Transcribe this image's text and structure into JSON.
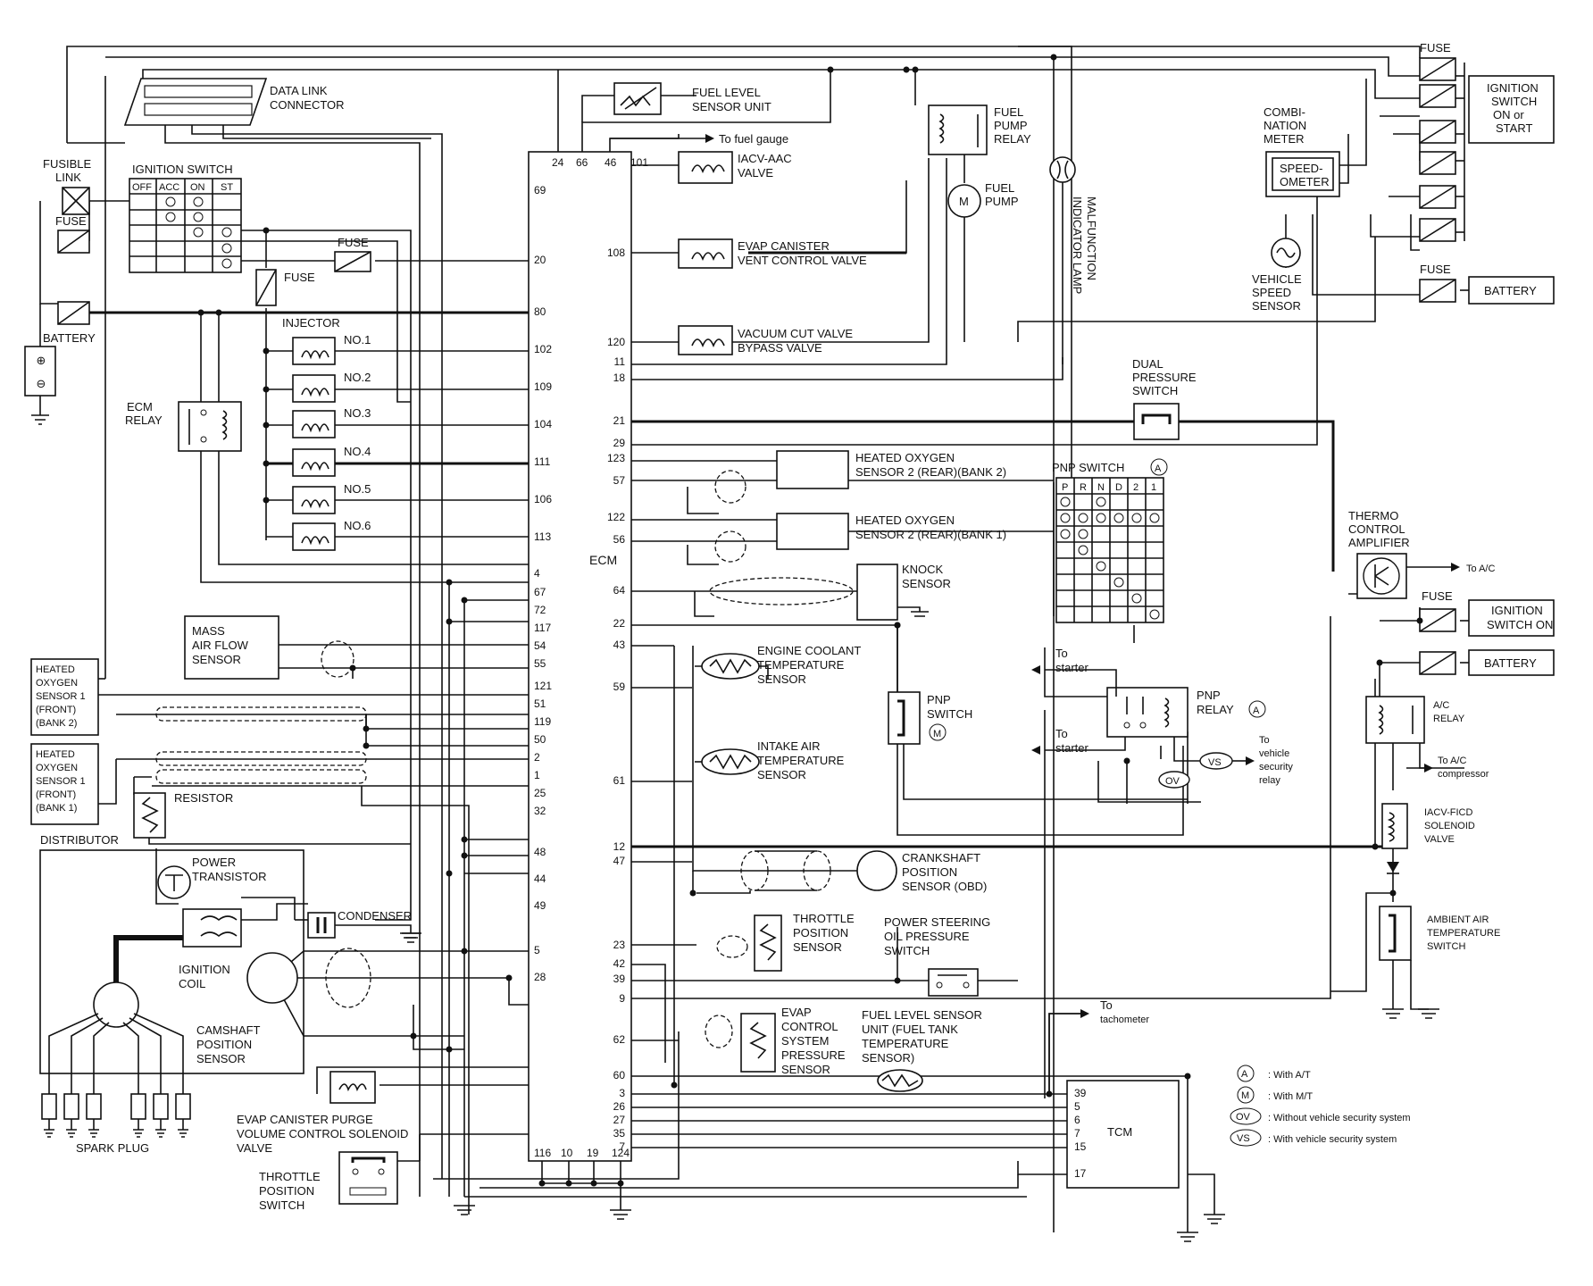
{
  "colors": {
    "wire": "#111111",
    "background": "#ffffff"
  },
  "ecm": {
    "label": "ECM",
    "pins_top": [
      "24",
      "66",
      "46",
      "101"
    ],
    "pins_left": [
      "69",
      "20",
      "80",
      "102",
      "109",
      "104",
      "111",
      "106",
      "113",
      "4",
      "67",
      "72",
      "117",
      "54",
      "55",
      "121",
      "51",
      "119",
      "50",
      "2",
      "1",
      "25",
      "32",
      "48",
      "44",
      "49",
      "5",
      "28"
    ],
    "pins_right": [
      "108",
      "120",
      "11",
      "18",
      "21",
      "29",
      "123",
      "57",
      "122",
      "56",
      "64",
      "22",
      "43",
      "59",
      "61",
      "12",
      "47",
      "23",
      "42",
      "39",
      "9",
      "62",
      "60",
      "3",
      "26",
      "27",
      "35",
      "7"
    ],
    "pins_bottom": [
      "116",
      "10",
      "19",
      "124"
    ]
  },
  "left": {
    "data_link_connector": [
      "DATA LINK",
      "CONNECTOR"
    ],
    "fusible_link": [
      "FUSIBLE",
      "LINK"
    ],
    "fuse": "FUSE",
    "battery": "BATTERY",
    "ignition_switch": "IGNITION SWITCH",
    "ignition_positions": [
      "OFF",
      "ACC",
      "ON",
      "ST"
    ],
    "fuse_pin20": "FUSE",
    "fuse_injector": "FUSE",
    "injector_title": "INJECTOR",
    "injectors": [
      "NO.1",
      "NO.2",
      "NO.3",
      "NO.4",
      "NO.5",
      "NO.6"
    ],
    "ecm_relay": [
      "ECM",
      "RELAY"
    ],
    "maf": [
      "MASS",
      "AIR FLOW",
      "SENSOR"
    ],
    "ho2s1_bank2": [
      "HEATED",
      "OXYGEN",
      "SENSOR 1",
      "(FRONT)",
      "(BANK 2)"
    ],
    "ho2s1_bank1": [
      "HEATED",
      "OXYGEN",
      "SENSOR 1",
      "(FRONT)",
      "(BANK 1)"
    ],
    "resistor": "RESISTOR",
    "distributor": "DISTRIBUTOR",
    "power_transistor": [
      "POWER",
      "TRANSISTOR"
    ],
    "condenser": "CONDENSER",
    "ignition_coil": [
      "IGNITION",
      "COIL"
    ],
    "camshaft": [
      "CAMSHAFT",
      "POSITION",
      "SENSOR"
    ],
    "spark_plug": "SPARK PLUG",
    "evap_purge": [
      "EVAP CANISTER PURGE",
      "VOLUME CONTROL SOLENOID",
      "VALVE"
    ],
    "throttle_switch": [
      "THROTTLE",
      "POSITION",
      "SWITCH"
    ]
  },
  "center": {
    "fuel_level_unit": [
      "FUEL LEVEL",
      "SENSOR UNIT"
    ],
    "to_fuel_gauge": "To fuel gauge",
    "iacv_aac": [
      "IACV-AAC",
      "VALVE"
    ],
    "evap_vent": [
      "EVAP CANISTER",
      "VENT CONTROL VALVE"
    ],
    "vacuum_cut": [
      "VACUUM CUT VALVE",
      "BYPASS VALVE"
    ],
    "fuel_pump_relay": [
      "FUEL",
      "PUMP",
      "RELAY"
    ],
    "fuel_pump": [
      "FUEL",
      "PUMP"
    ],
    "pump_motor": "M",
    "mil": [
      "MALFUNCTION",
      "INDICATOR LAMP"
    ],
    "ho2s2_bank2": [
      "HEATED OXYGEN",
      "SENSOR 2 (REAR)(BANK 2)"
    ],
    "ho2s2_bank1": [
      "HEATED OXYGEN",
      "SENSOR 2 (REAR)(BANK 1)"
    ],
    "knock": [
      "KNOCK",
      "SENSOR"
    ],
    "ect": [
      "ENGINE COOLANT",
      "TEMPERATURE",
      "SENSOR"
    ],
    "iat": [
      "INTAKE AIR",
      "TEMPERATURE",
      "SENSOR"
    ],
    "pnp_switch_m": [
      "PNP",
      "SWITCH"
    ],
    "crank": [
      "CRANKSHAFT",
      "POSITION",
      "SENSOR (OBD)"
    ],
    "tps": [
      "THROTTLE",
      "POSITION",
      "SENSOR"
    ],
    "ps_switch": [
      "POWER STEERING",
      "OIL PRESSURE",
      "SWITCH"
    ],
    "evap_pressure": [
      "EVAP",
      "CONTROL",
      "SYSTEM",
      "PRESSURE",
      "SENSOR"
    ],
    "fuel_tank_temp": [
      "FUEL LEVEL SENSOR",
      "UNIT (FUEL TANK",
      "TEMPERATURE",
      "SENSOR)"
    ],
    "to_tachometer": [
      "To",
      "tachometer"
    ]
  },
  "tcm": {
    "label": "TCM",
    "pins": [
      "39",
      "5",
      "6",
      "7",
      "15",
      "17"
    ]
  },
  "right": {
    "fuse": "FUSE",
    "ignition_on_start": [
      "IGNITION",
      "SWITCH",
      "ON or",
      "START"
    ],
    "combination_meter": [
      "COMBI-",
      "NATION",
      "METER"
    ],
    "speedometer": [
      "SPEED-",
      "OMETER"
    ],
    "vss": [
      "VEHICLE",
      "SPEED",
      "SENSOR"
    ],
    "battery": "BATTERY",
    "dual_pressure": [
      "DUAL",
      "PRESSURE",
      "SWITCH"
    ],
    "pnp_switch_a": "PNP SWITCH",
    "pnp_cols": [
      "P",
      "R",
      "N",
      "D",
      "2",
      "1"
    ],
    "thermo": [
      "THERMO",
      "CONTROL",
      "AMPLIFIER"
    ],
    "to_ac": "To A/C",
    "fuse_ign": "FUSE",
    "ignition_switch_on": [
      "IGNITION",
      "SWITCH ON"
    ],
    "to_starter_1": [
      "To",
      "starter"
    ],
    "to_starter_2": [
      "To",
      "starter"
    ],
    "pnp_relay": [
      "PNP",
      "RELAY"
    ],
    "to_security": [
      "To",
      "vehicle",
      "security",
      "relay"
    ],
    "battery2": "BATTERY",
    "ac_relay": [
      "A/C",
      "RELAY"
    ],
    "to_ac_comp": [
      "To A/C",
      "compressor"
    ],
    "iacv_ficd": [
      "IACV-FICD",
      "SOLENOID",
      "VALVE"
    ],
    "ambient": [
      "AMBIENT AIR",
      "TEMPERATURE",
      "SWITCH"
    ]
  },
  "badges": {
    "A": "A",
    "M": "M",
    "OV": "OV",
    "VS": "VS"
  },
  "legend": [
    {
      "symbol": "A",
      "text": ": With A/T"
    },
    {
      "symbol": "M",
      "text": ": With M/T"
    },
    {
      "symbol": "OV",
      "text": ": Without vehicle security system"
    },
    {
      "symbol": "VS",
      "text": ": With vehicle security system"
    }
  ]
}
